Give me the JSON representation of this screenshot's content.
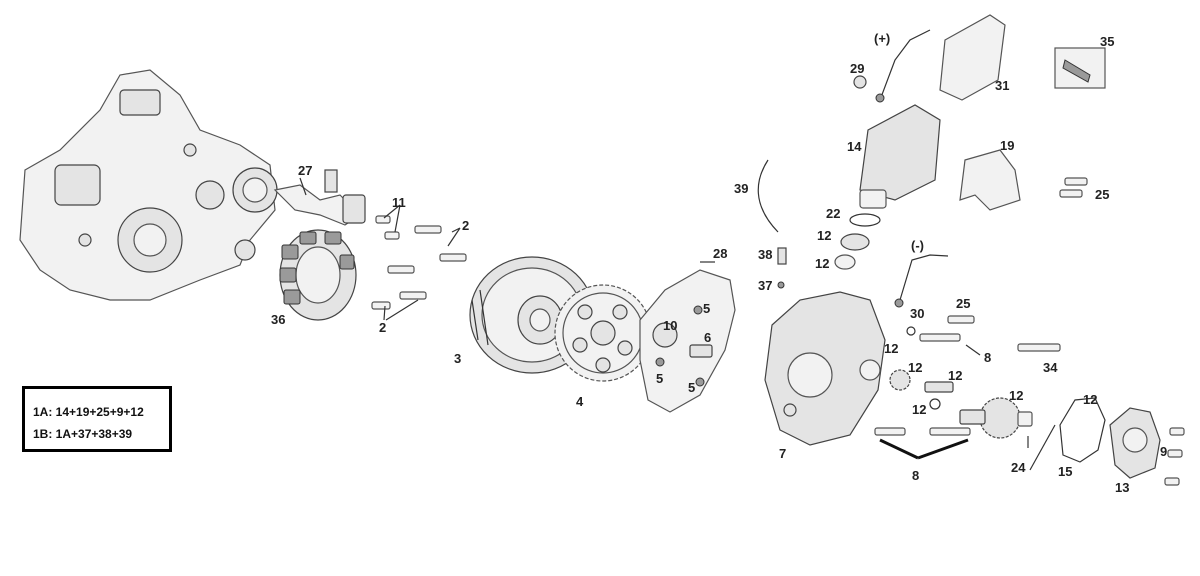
{
  "labels": {
    "l27": "27",
    "l11": "11",
    "l2a": "2",
    "l2b": "2",
    "l36": "36",
    "l3": "3",
    "l4": "4",
    "l28": "28",
    "l5a": "5",
    "l10": "10",
    "l6": "6",
    "l5b": "5",
    "l5c": "5",
    "l39": "39",
    "l38": "38",
    "l37": "37",
    "l12a": "12",
    "l12b": "12",
    "l22": "22",
    "plus": "(+)",
    "l29": "29",
    "l31": "31",
    "l35": "35",
    "l14": "14",
    "l19": "19",
    "l25a": "25",
    "minus": "(-)",
    "l30": "30",
    "l25b": "25",
    "l8a": "8",
    "l34": "34",
    "l12c": "12",
    "l12d": "12",
    "l12e": "12",
    "l12f": "12",
    "l12g": "12",
    "l12h": "12",
    "l7": "7",
    "l8b": "8",
    "l24": "24",
    "l15": "15",
    "l13": "13",
    "l9": "9"
  },
  "legend": {
    "line1": "1A: 14+19+25+9+12",
    "line2": "1B: 1A+37+38+39"
  }
}
